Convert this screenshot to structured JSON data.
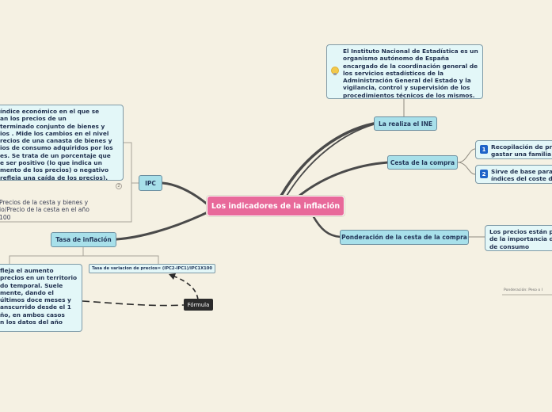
{
  "mindmap": {
    "central": "Los indicadores de la inflación",
    "la_realiza": {
      "label": "La realiza el INE",
      "note": [
        "El Instituto Nacional de Estadística es un",
        "organismo autónomo de España",
        "encargado de la coordinación general de",
        "los servicios estadísticos de la",
        "Administración General del Estado y la",
        "vigilancia, control y supervisión de los",
        "procedimientos técnicos de los mismos."
      ]
    },
    "cesta": {
      "label": "Cesta de la compra",
      "items": [
        {
          "num": "1",
          "lines": [
            "Recopilación de pr",
            "gastar una familia"
          ]
        },
        {
          "num": "2",
          "lines": [
            "Sirve de base para",
            "índices del coste d"
          ]
        }
      ]
    },
    "ponderacion": {
      "label": "Ponderación de la cesta de la compra",
      "note": [
        "Los precios están p",
        "de la importancia d",
        "de consumo"
      ],
      "footnote": "Ponderación: Peso o I"
    },
    "ipc": {
      "label": "IPC",
      "collapse_label": "2",
      "note": [
        "índice económico en el que se",
        "an los precios de un",
        "terminado conjunto de bienes y",
        "ios . Mide los cambios en el nivel",
        "recios de una canasta de bienes y",
        "ios de consumo adquiridos por los",
        "es. Se trata de un porcentaje que",
        "e ser positivo (lo que indica un",
        "mento de los precios) o negativo",
        "refleja una caída de los precios)."
      ],
      "formula_text": [
        "Precios de la cesta y bienes y",
        "io/Precio de la cesta en el año",
        "100"
      ]
    },
    "tasa": {
      "label": "Tasa de inflación",
      "note": [
        "fleja el aumento",
        "precios en un territorio",
        "do temporal. Suele",
        "mente, dando el",
        "últimos doce meses y",
        "anscurrido desde el 1",
        "ño, en ambos casos",
        "n los datos del año"
      ],
      "formula_box": "Tasa de variacion de precios= (IPC2-IPC1)/IPC1X100",
      "formula_label": "Fórmula"
    }
  },
  "colors": {
    "background": "#f5f1e3",
    "central": "#e8699a",
    "main_topic": "#a8e0ea",
    "note": "#e3f7f8",
    "branch": "#4a4a4a",
    "badge": "#1d63c8"
  }
}
